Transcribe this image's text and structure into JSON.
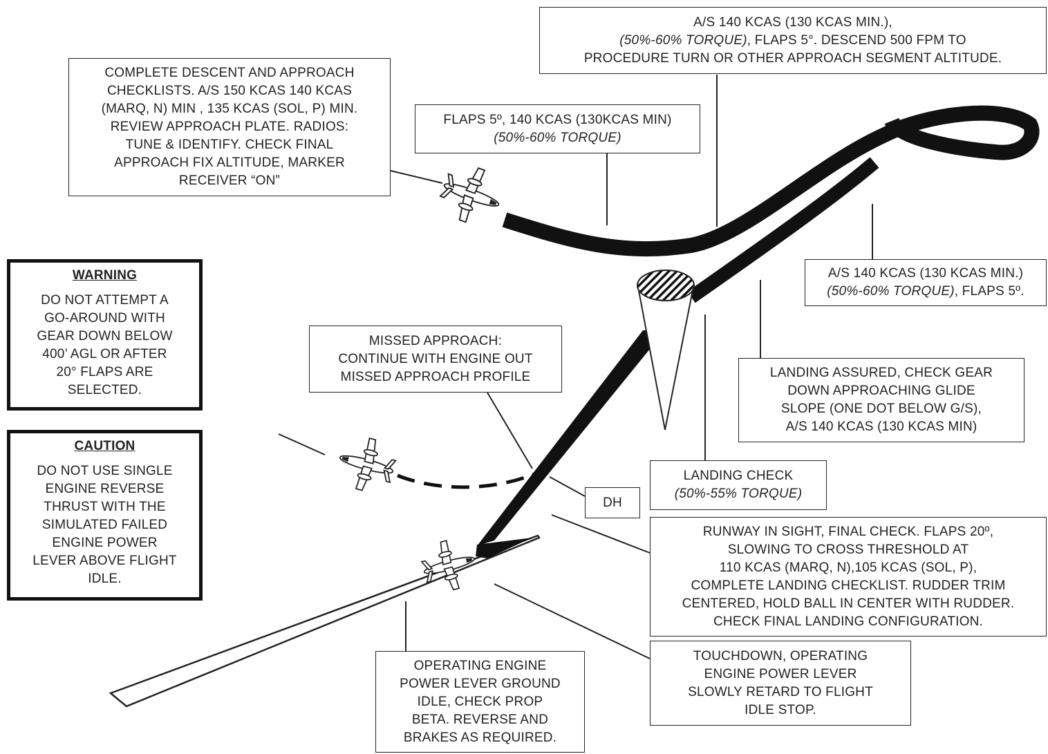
{
  "boxes": {
    "top_center": {
      "lines": [
        "A/S 140 KCAS (130 KCAS MIN.),",
        "FLAPS 5°.  DESCEND  500 FPM  TO",
        "PROCEDURE  TURN  OR OTHER  APPROACH  SEGMENT  ALTITUDE."
      ],
      "italic": "(50%-60% TORQUE)"
    },
    "descent": {
      "lines": [
        "COMPLETE  DESCENT  AND APPROACH",
        "CHECKLISTS.  A/S 150 KCAS 140 KCAS",
        "(MARQ, N)  MIN , 135 KCAS (SOL, P)  MIN.",
        "REVIEW  APPROACH PLATE.  RADIOS:",
        "TUNE  & IDENTIFY.  CHECK  FINAL",
        "APPROACH  FIX ALTITUDE,  MARKER",
        "RECEIVER  “ON”"
      ]
    },
    "flaps": {
      "lines": [
        "FLAPS 5º, 140 KCAS (130KCAS MIN)"
      ],
      "italic": "(50%-60% TORQUE)"
    },
    "right_as": {
      "lines": [
        "A/S 140 KCAS (130 KCAS MIN.)",
        ", FLAPS 5º."
      ],
      "italic": "(50%-60% TORQUE)"
    },
    "warning": {
      "title": "WARNING",
      "lines": [
        "DO NOT  ATTEMPT  A",
        "GO-AROUND  WITH",
        "GEAR  DOWN  BELOW",
        "400’ AGL OR AFTER",
        "20° FLAPS  ARE",
        "SELECTED."
      ]
    },
    "caution": {
      "title": "CAUTION",
      "lines": [
        "DO NOT  USE  SINGLE",
        "ENGINE  REVERSE",
        "THRUST  WITH  THE",
        "SIMULATED  FAILED",
        "ENGINE  POWER",
        "LEVER ABOVE FLIGHT",
        "IDLE."
      ]
    },
    "missed": {
      "lines": [
        "MISSED  APPROACH:",
        "CONTINUE  WITH ENGINE  OUT",
        "MISSED  APPROACH PROFILE"
      ]
    },
    "landing_assured": {
      "lines": [
        "LANDING  ASSURED,  CHECK  GEAR",
        "DOWN  APPROACHING  GLIDE",
        "SLOPE  (ONE  DOT BELOW  G/S),",
        "A/S 140 KCAS (130 KCAS MIN)"
      ]
    },
    "landing_check": {
      "lines": [
        "LANDING  CHECK"
      ],
      "italic": "(50%-55% TORQUE)"
    },
    "dh": {
      "label": "DH"
    },
    "runway": {
      "lines": [
        "RUNWAY  IN  SIGHT,   FINAL  CHECK.  FLAPS 20º,",
        "SLOWING  TO CROSS  THRESHOLD  AT",
        "110 KCAS (MARQ, N),105 KCAS (SOL, P),",
        "COMPLETE  LANDING  CHECKLIST.  RUDDER  TRIM",
        "CENTERED,  HOLD  BALL  IN CENTER  WITH  RUDDER.",
        "CHECK  FINAL  LANDING  CONFIGURATION."
      ]
    },
    "operating": {
      "lines": [
        "OPERATING  ENGINE",
        "POWER  LEVER  GROUND",
        "IDLE,  CHECK  PROP",
        "BETA.  REVERSE  AND",
        "BRAKES  AS  REQUIRED."
      ]
    },
    "touchdown": {
      "lines": [
        "TOUCHDOWN,  OPERATING",
        "ENGINE  POWER  LEVER",
        "SLOWLY  RETARD  TO  FLIGHT",
        "IDLE    STOP."
      ]
    }
  },
  "icons": [
    "airplane-icon",
    "airplane-icon",
    "airplane-icon"
  ]
}
